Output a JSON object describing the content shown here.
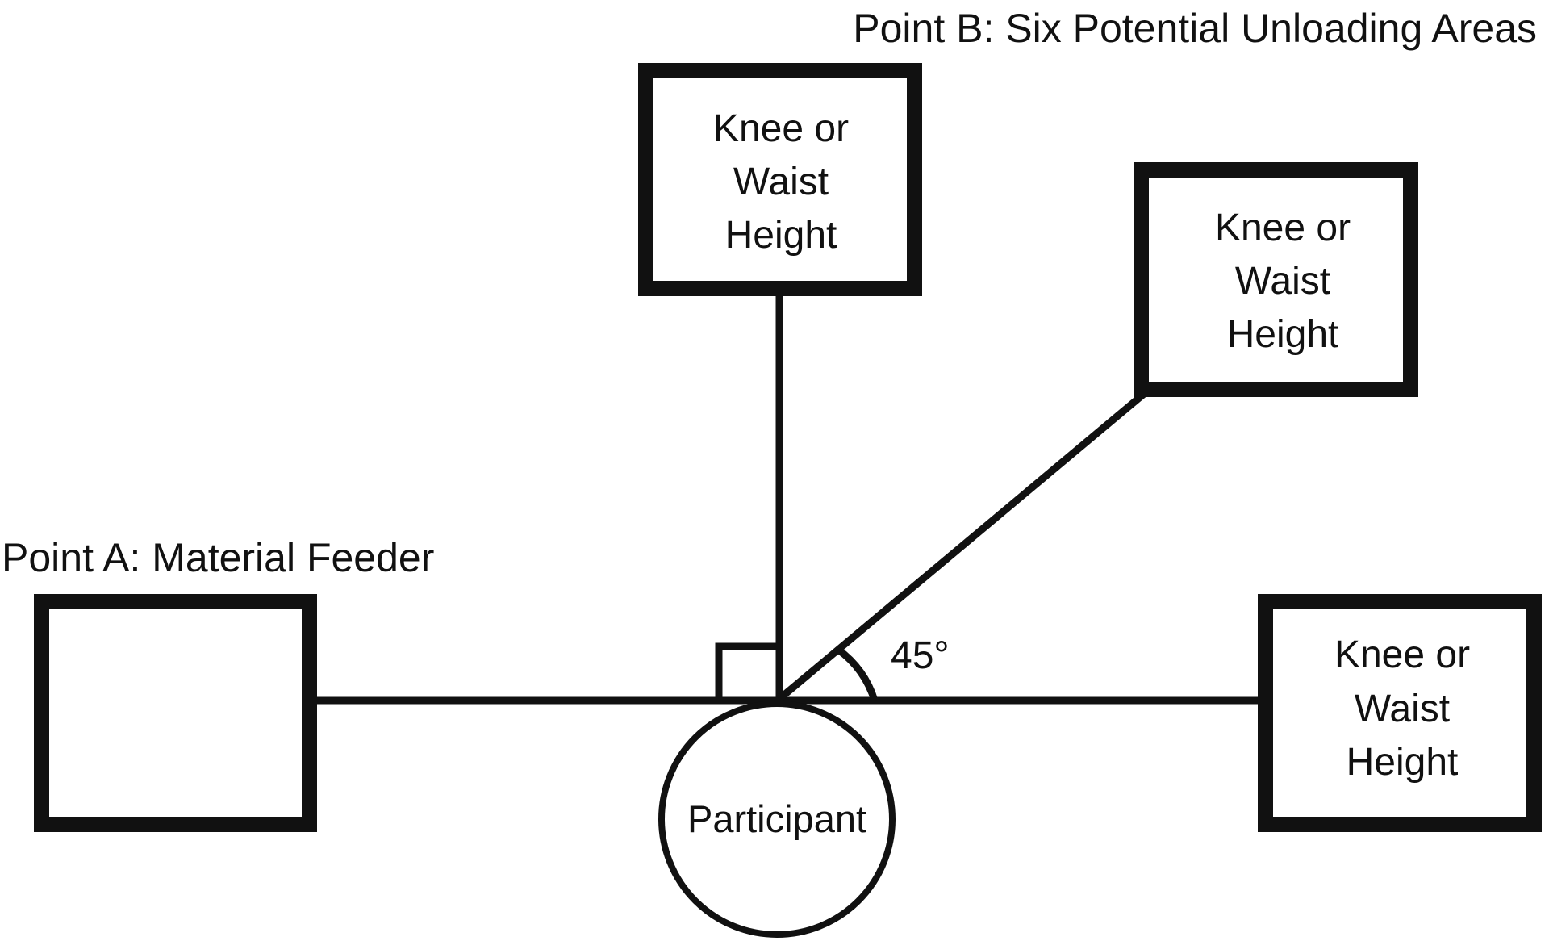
{
  "diagram": {
    "title_point_b": "Point B: Six Potential Unloading Areas",
    "title_point_a": "Point A: Material Feeder",
    "participant_label": "Participant",
    "angle_label": "45°",
    "unloading_box_lines": [
      "Knee or",
      "Waist",
      "Height"
    ],
    "boxes": {
      "top": {
        "lines": [
          "Knee or",
          "Waist",
          "Height"
        ]
      },
      "diagonal": {
        "lines": [
          "Knee or",
          "Waist",
          "Height"
        ]
      },
      "right": {
        "lines": [
          "Knee or",
          "Waist",
          "Height"
        ]
      },
      "feeder": {
        "lines": []
      }
    },
    "colors": {
      "stroke": "#111111",
      "background": "#ffffff"
    }
  }
}
